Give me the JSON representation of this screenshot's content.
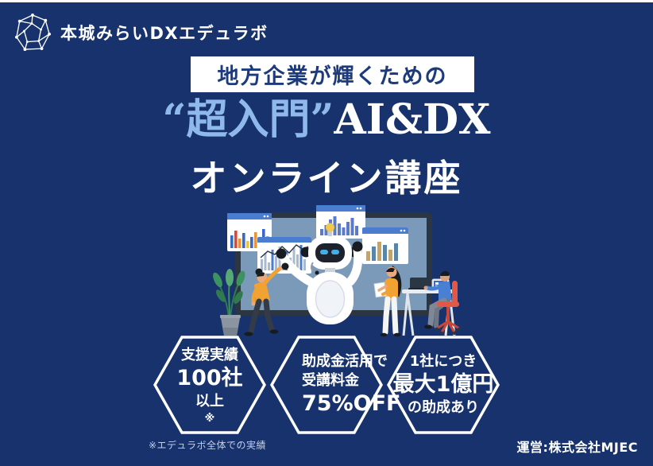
{
  "colors": {
    "background": "#17326d",
    "banner_bg": "#ffffff",
    "banner_text": "#1d3b7c",
    "title_highlight": "#8fb9ea",
    "title_main": "#ffffff",
    "hexagon_border": "#ffffff",
    "robot_bulb": "#f2c84a",
    "chair_red": "#e25847",
    "shirt_orange": "#f2a233"
  },
  "header": {
    "logo_text": "本城みらいDXエデュラボ",
    "logo_icon": "wireframe-polyhedron-icon"
  },
  "banner": {
    "text": "地方企業が輝くための"
  },
  "title": {
    "line1_highlight": "“超入門”",
    "line1_rest": "AI&DX",
    "line2": "オンライン講座"
  },
  "illustration": {
    "icons": [
      "presentation-board",
      "bar-chart-window-icon",
      "histogram-window-icon",
      "robot-presenter-icon",
      "plant-icon",
      "presenter-woman-left",
      "presenter-woman-right",
      "desk-with-laptops",
      "seated-man-red-chair"
    ]
  },
  "badges": [
    {
      "lines": [
        "支援実績",
        "100社",
        "以上",
        "※"
      ]
    },
    {
      "lines": [
        "助成金活用で",
        "受講料金",
        "75%OFF"
      ]
    },
    {
      "lines": [
        "1社につき",
        "最大1億円",
        "の助成あり"
      ]
    }
  ],
  "footer": {
    "note": "※エデュラボ全体での実績",
    "operator": "運営:株式会社MJEC"
  }
}
